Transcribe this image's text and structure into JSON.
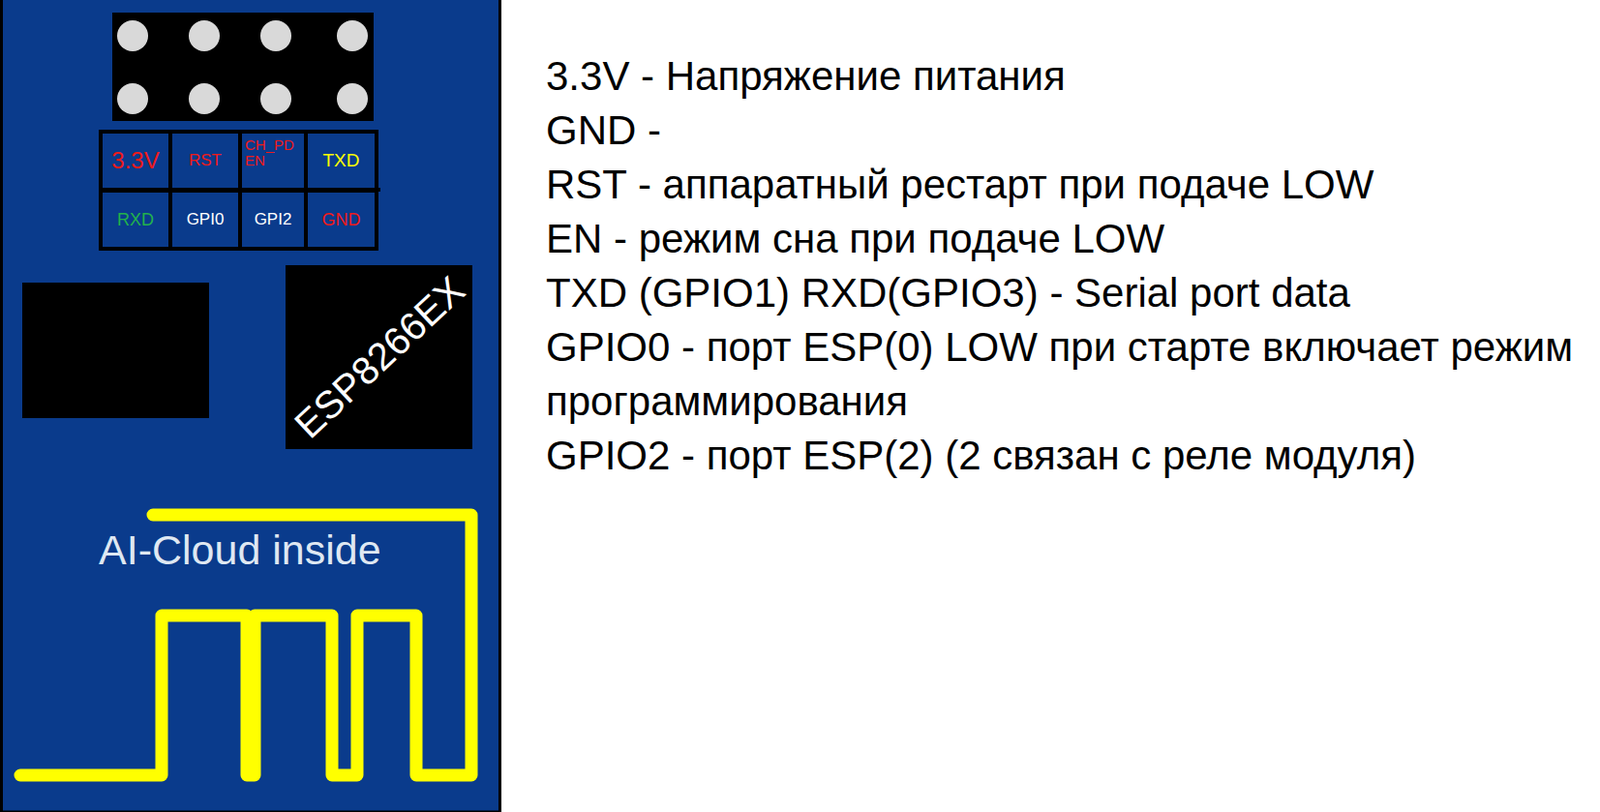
{
  "diagram": {
    "nodes": [
      {
        "text": [
          "AI-Cloud inside"
        ]
      },
      {
        "text": [
          "3.3V"
        ],
        "in": 0
      },
      {
        "text": [
          "RST"
        ],
        "in": 0
      },
      {
        "text": [
          "CH_PD EN"
        ],
        "in": 0
      },
      {
        "text": [
          "TXD"
        ],
        "in": 0
      },
      {
        "text": [
          "RXD"
        ],
        "in": 0
      },
      {
        "text": [
          "GPI0"
        ],
        "in": 0
      },
      {
        "text": [
          "GPI2"
        ],
        "in": 0
      },
      {
        "text": [
          "GND"
        ],
        "in": 0
      },
      {
        "text": [
          "ESP8266EX"
        ],
        "in": 0
      }
    ],
    "labels": [
      "3.3V - Напряжение питания",
      "GND -",
      "RST - аппаратный рестарт при подаче LOW",
      "EN - режим сна при подаче LOW",
      "TXD (GPIO1) RXD(GPIO3) - Serial port data",
      "GPIO0 - порт ESP(0) LOW при старте включает режим программирования",
      "GPIO2 - порт ESP(2) (2 связан с реле модуля)"
    ]
  }
}
